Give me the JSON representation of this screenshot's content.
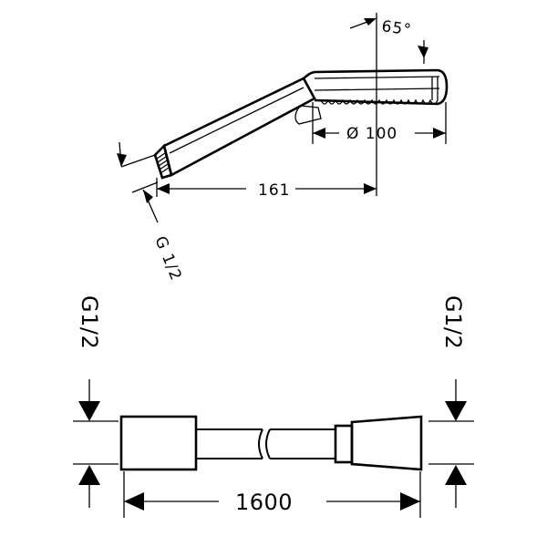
{
  "hand_shower": {
    "angle_label": "65°",
    "diameter_label": "Ø 100",
    "length_label": "161",
    "thread_label": "G 1/2"
  },
  "hose": {
    "left_thread_label": "G1/2",
    "right_thread_label": "G1/2",
    "length_label": "1600"
  }
}
